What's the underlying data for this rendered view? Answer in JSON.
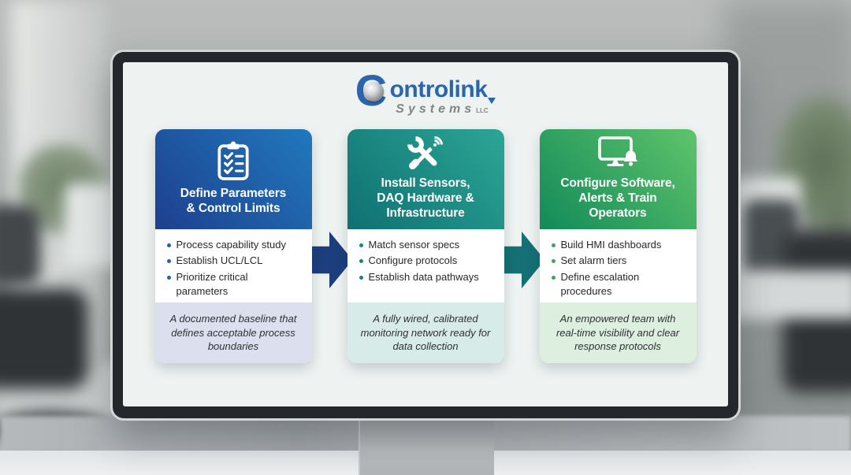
{
  "brand": {
    "logo_c": "C",
    "logo_rest": "ontrolink",
    "logo_sub": "Systems",
    "logo_suffix": "LLC",
    "blue": "#2a66ad",
    "gray": "#818487"
  },
  "screen": {
    "background": "#eef3f2"
  },
  "steps": [
    {
      "title": "Define Parameters\n& Control Limits",
      "icon": "checklist-clipboard-icon",
      "bullets": [
        "Process capability study",
        "Establish UCL/LCL",
        "Prioritize critical parameters"
      ],
      "outcome": "A documented baseline that defines acceptable process boundaries",
      "colors": {
        "header_from": "#1e3f8e",
        "header_to": "#2079bd",
        "accent": "#2b5fa9",
        "footer_bg": "#dcdfee"
      }
    },
    {
      "title": "Install Sensors,\nDAQ Hardware &\nInfrastructure",
      "icon": "wrench-signal-icon",
      "bullets": [
        "Match sensor specs",
        "Configure protocols",
        "Establish data pathways"
      ],
      "outcome": "A fully wired, calibrated monitoring network ready for data collection",
      "colors": {
        "header_from": "#0f7072",
        "header_to": "#2ca695",
        "accent": "#1a827f",
        "footer_bg": "#d7ebe9"
      }
    },
    {
      "title": "Configure Software,\nAlerts & Train\nOperators",
      "icon": "monitor-bell-icon",
      "bullets": [
        "Build HMI dashboards",
        "Set alarm tiers",
        "Define escalation procedures"
      ],
      "outcome": "An empowered team with real-time visibility and clear response protocols",
      "colors": {
        "header_from": "#128a59",
        "header_to": "#5fc46b",
        "accent": "#44a060",
        "footer_bg": "#ddefde"
      }
    }
  ],
  "arrows": [
    {
      "color": "#1d3e7d"
    },
    {
      "color": "#147074"
    }
  ]
}
